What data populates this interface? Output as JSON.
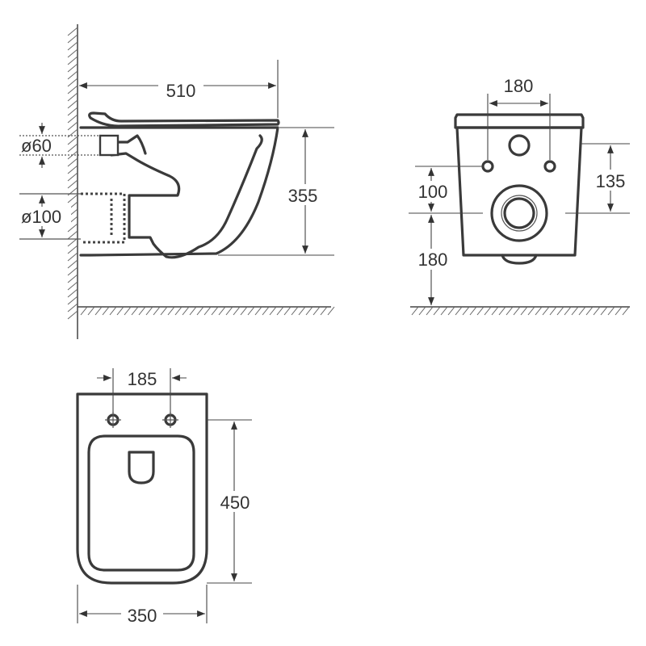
{
  "side_view": {
    "depth": "510",
    "height": "355",
    "inlet_diameter": "ø60",
    "outlet_diameter": "ø100"
  },
  "rear_view": {
    "bolt_spacing": "180",
    "outlet_to_bolt": "100",
    "outlet_height_from_floor": "180",
    "bolt_to_bottom": "135"
  },
  "top_view": {
    "bolt_spacing": "185",
    "length": "450",
    "width": "350"
  }
}
